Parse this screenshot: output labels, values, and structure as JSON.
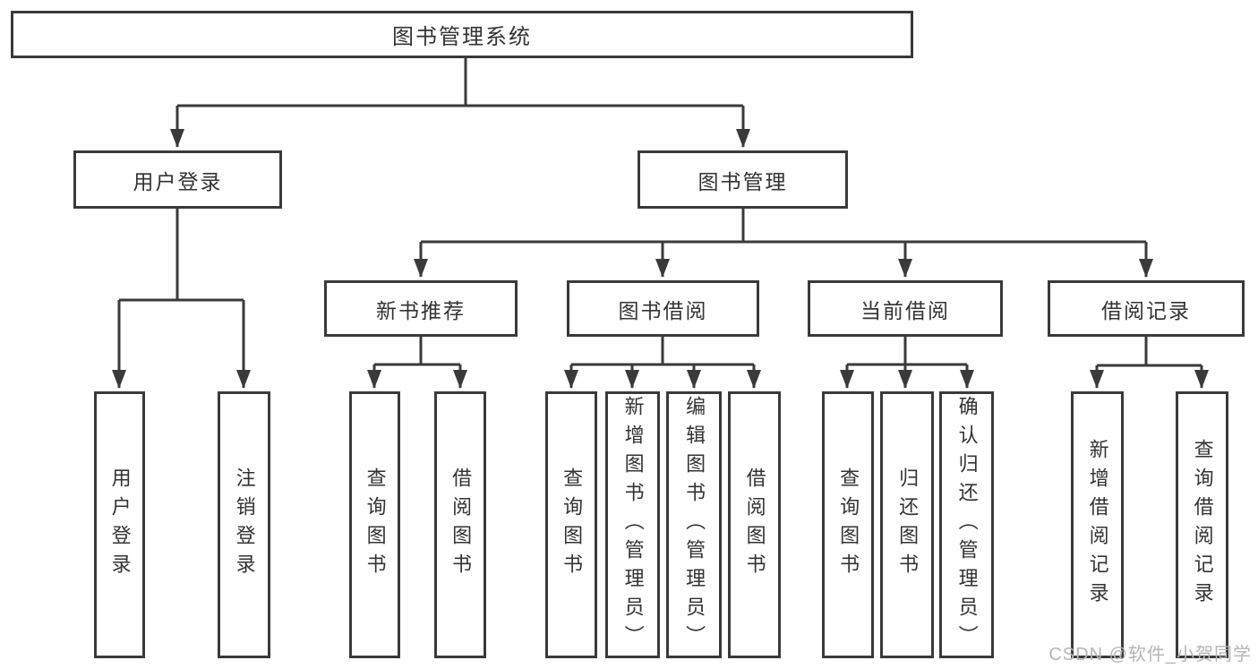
{
  "diagram": {
    "root": {
      "label": "图书管理系统"
    },
    "branches": [
      {
        "label": "用户登录",
        "children": [
          {
            "label": "用户登录"
          },
          {
            "label": "注销登录"
          }
        ]
      },
      {
        "label": "图书管理",
        "children": [
          {
            "label": "新书推荐",
            "children": [
              {
                "label": "查询图书"
              },
              {
                "label": "借阅图书"
              }
            ]
          },
          {
            "label": "图书借阅",
            "children": [
              {
                "label": "查询图书"
              },
              {
                "label": "新增图书（管理员）"
              },
              {
                "label": "编辑图书（管理员）"
              },
              {
                "label": "借阅图书"
              }
            ]
          },
          {
            "label": "当前借阅",
            "children": [
              {
                "label": "查询图书"
              },
              {
                "label": "归还图书"
              },
              {
                "label": "确认归还（管理员）"
              }
            ]
          },
          {
            "label": "借阅记录",
            "children": [
              {
                "label": "新增借阅记录"
              },
              {
                "label": "查询借阅记录"
              }
            ]
          }
        ]
      }
    ]
  },
  "watermark": "CSDN @软件_小贺同学",
  "colors": {
    "line": "#3a3a3a",
    "text": "#333333",
    "watermark": "#b5b5b5",
    "background": "#ffffff"
  }
}
